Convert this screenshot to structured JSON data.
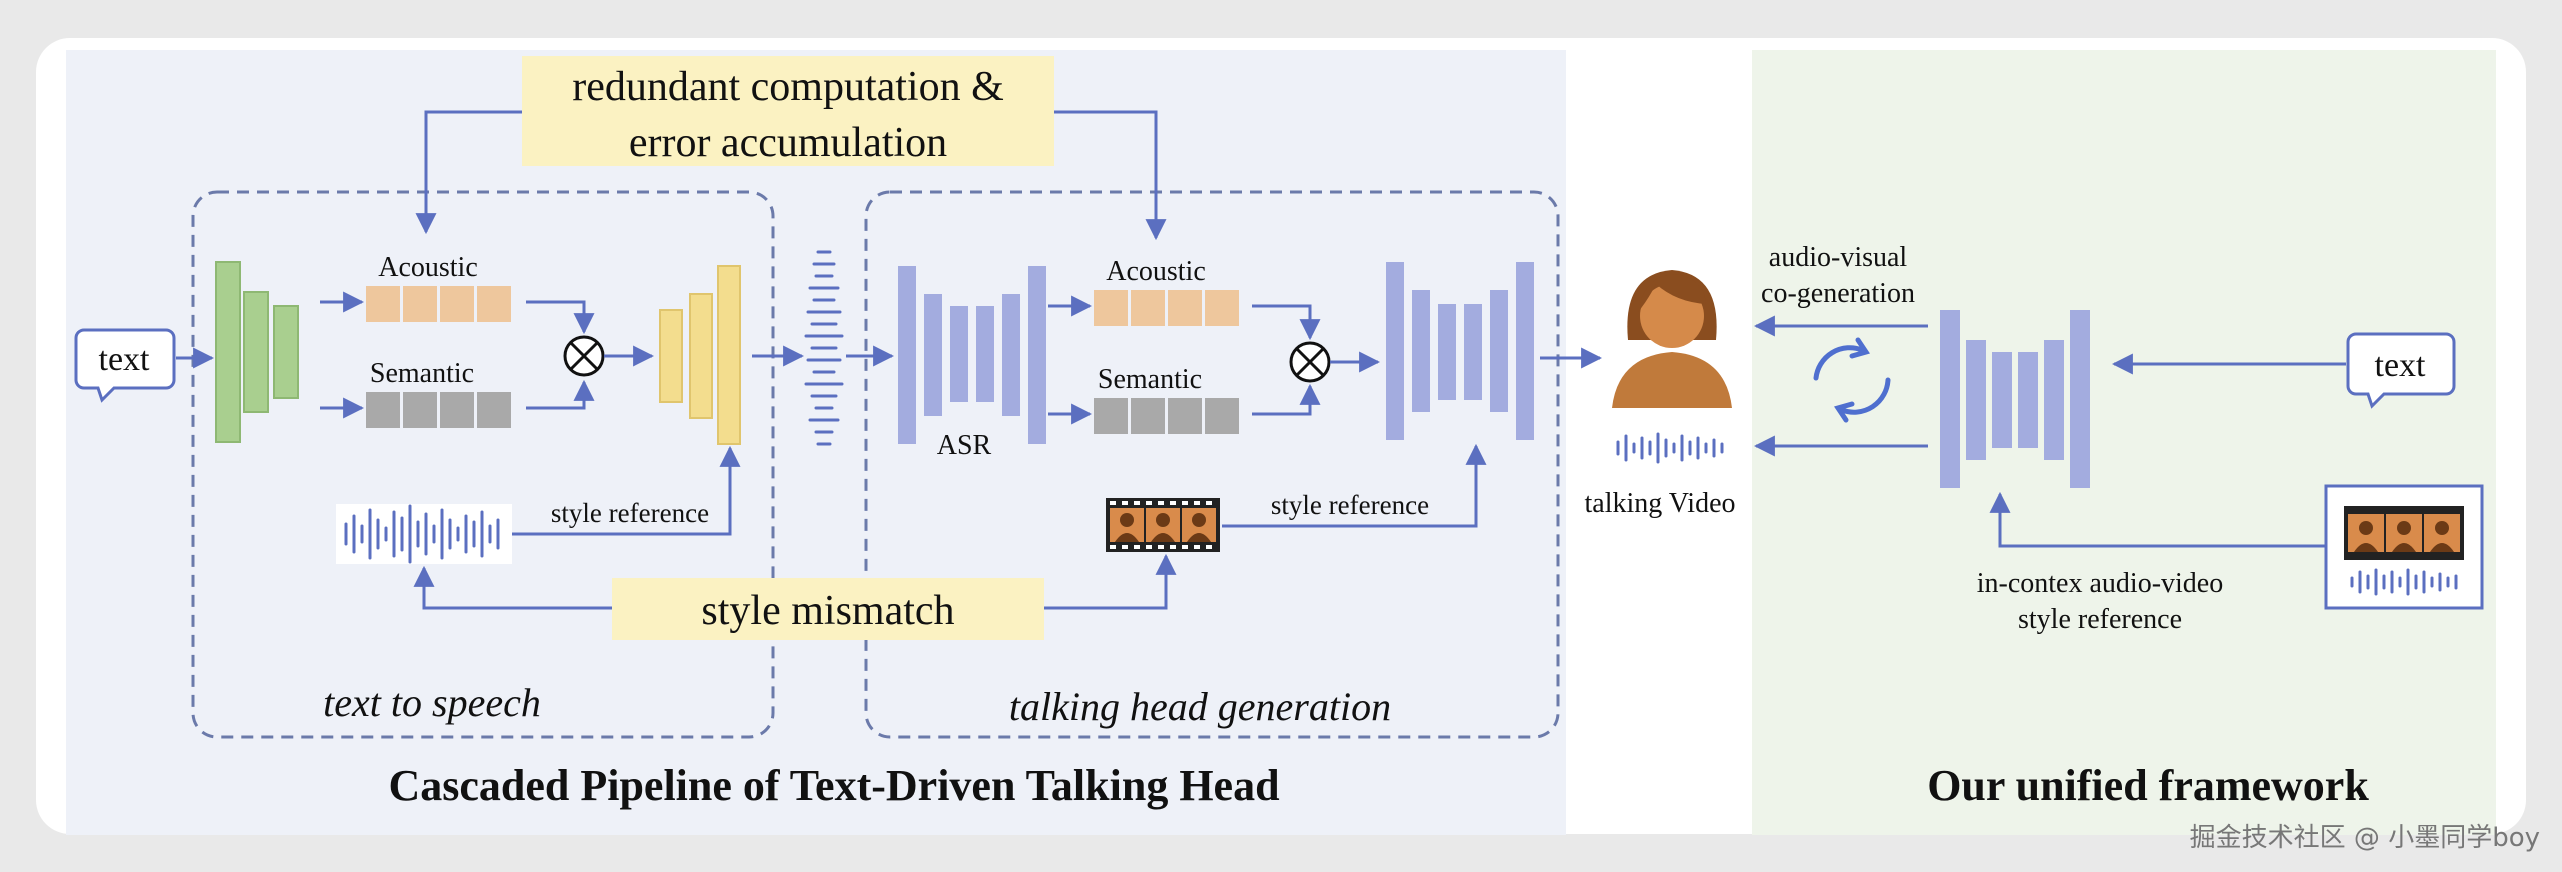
{
  "left_panel": {
    "title": "Cascaded Pipeline of Text-Driven Talking Head",
    "problem_top": [
      "redundant computation &",
      "error accumulation"
    ],
    "problem_bottom": "style mismatch",
    "tts": {
      "label": "text to speech",
      "input": "text",
      "acoustic": "Acoustic",
      "semantic": "Semantic",
      "style_reference": "style reference"
    },
    "thg": {
      "label": "talking head generation",
      "asr": "ASR",
      "acoustic": "Acoustic",
      "semantic": "Semantic",
      "style_reference": "style reference"
    },
    "output": "talking Video"
  },
  "right_panel": {
    "title": "Our unified framework",
    "input": "text",
    "co_generation": [
      "audio-visual",
      "co-generation"
    ],
    "style_reference": [
      "in-contex audio-video",
      "style reference"
    ]
  },
  "watermark": "掘金技术社区 @ 小墨同学boy",
  "colors": {
    "left_bg": "#eef1f8",
    "right_bg": "#eef4ea",
    "arrow": "#5b6fc0",
    "green_block": "#a9cf8f",
    "yellow_block": "#f3dd8e",
    "blue_block": "#a3acdf",
    "acoustic": "#eec79d",
    "semantic": "#a9a9a9",
    "highlight": "#fbf2c2",
    "person": "#c07a3b",
    "dashed": "#6b7aaa"
  }
}
